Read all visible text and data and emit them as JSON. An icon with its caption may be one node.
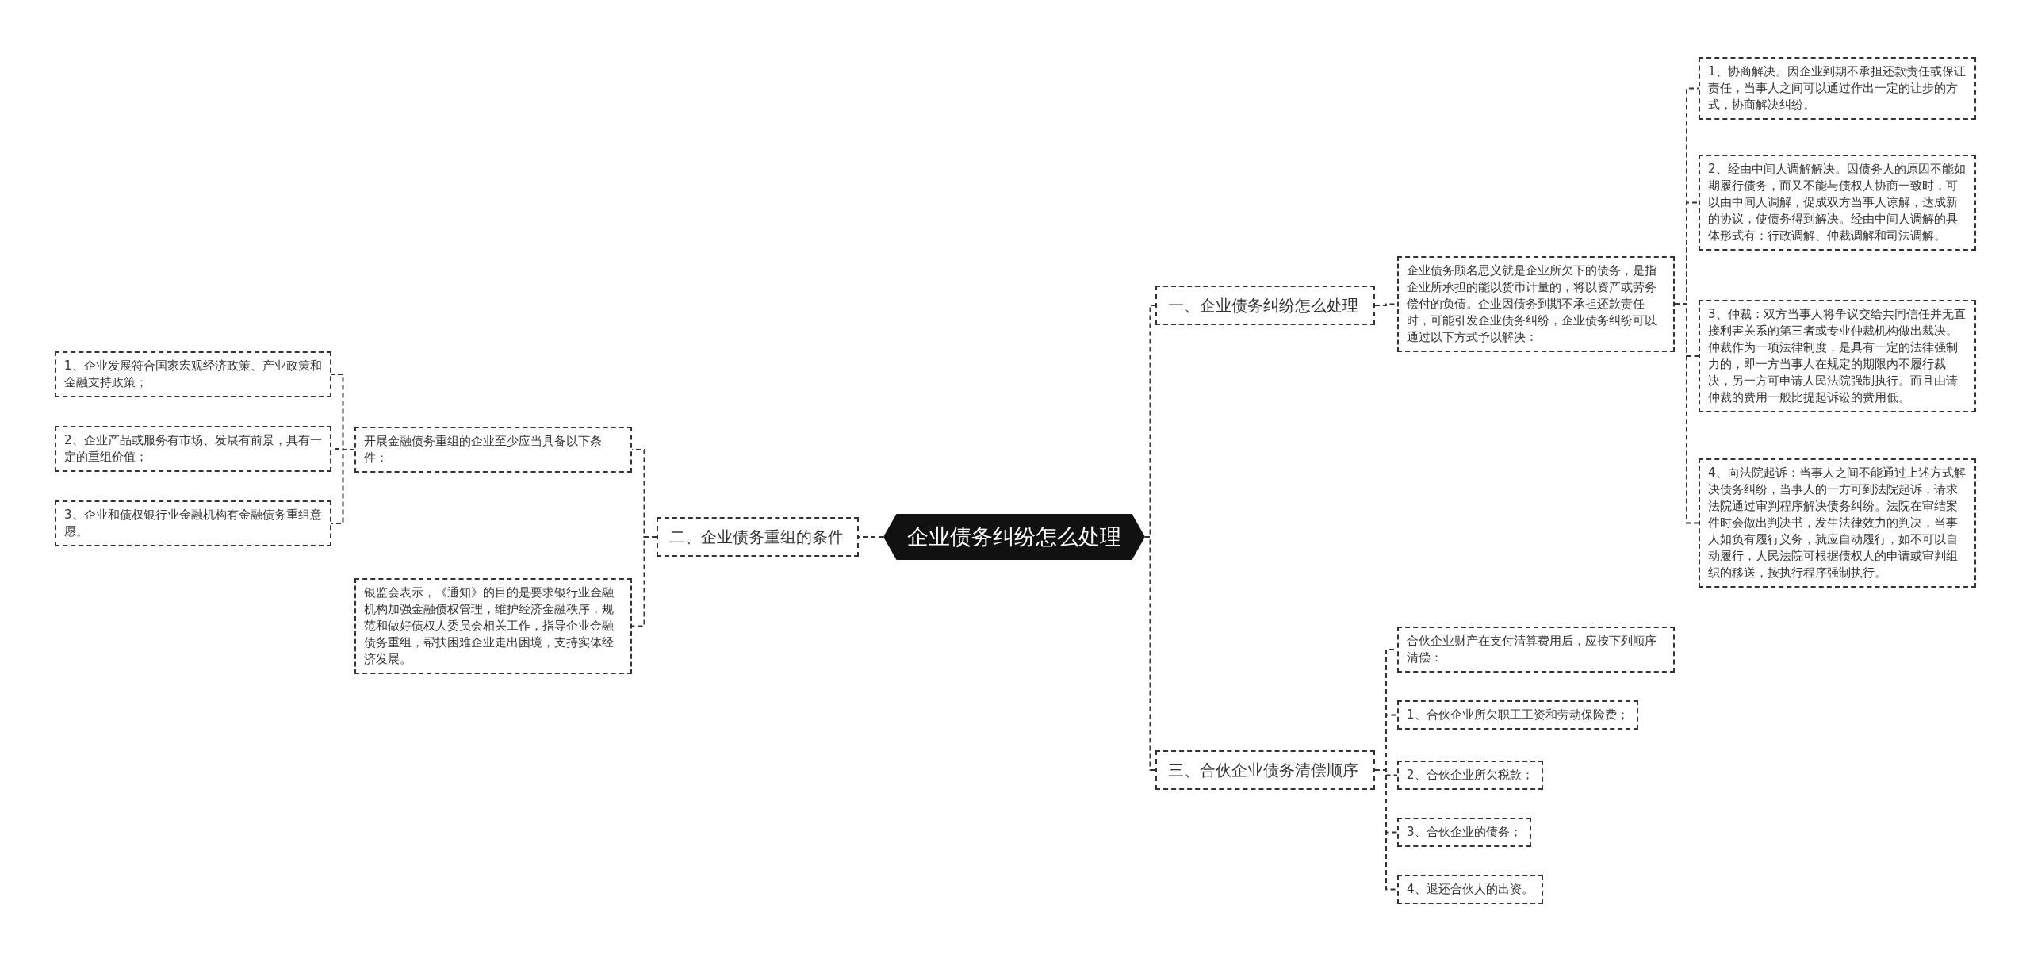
{
  "diagram": {
    "nodes": [
      {
        "text": [
          "企业债务纠纷怎么处理"
        ]
      },
      {
        "text": [
          "一、企业债务纠纷怎么处理"
        ]
      },
      {
        "text": [
          "企业债务顾名思义就是企业所欠下的债务，是指企业所承担的能以货币计量的，将以资产或劳务偿付的负债。企业因债务到期不承担还款责任时，可能引发企业债务纠纷，企业债务纠纷可以通过以下方式予以解决："
        ]
      },
      {
        "text": [
          "1、协商解决。因企业到期不承担还款责任或保证责任，当事人之间可以通过作出一定的让步的方式，协商解决纠纷。"
        ]
      },
      {
        "text": [
          "2、经由中间人调解解决。因债务人的原因不能如期履行债务，而又不能与债权人协商一致时，可以由中间人调解，促成双方当事人谅解，达成新的协议，使债务得到解决。经由中间人调解的具体形式有：行政调解、仲裁调解和司法调解。"
        ]
      },
      {
        "text": [
          "3、仲裁：双方当事人将争议交给共同信任并无直接利害关系的第三者或专业仲裁机构做出裁决。仲裁作为一项法律制度，是具有一定的法律强制力的，即一方当事人在规定的期限内不履行裁决，另一方可申请人民法院强制执行。而且由请仲裁的费用一般比提起诉讼的费用低。"
        ]
      },
      {
        "text": [
          "4、向法院起诉：当事人之间不能通过上述方式解决债务纠纷，当事人的一方可到法院起诉，请求法院通过审判程序解决债务纠纷。法院在审结案件时会做出判决书，发生法律效力的判决，当事人如负有履行义务，就应自动履行，如不可以自动履行，人民法院可根据债权人的申请或审判组织的移送，按执行程序强制执行。"
        ]
      },
      {
        "text": [
          "二、企业债务重组的条件"
        ]
      },
      {
        "text": [
          "开展金融债务重组的企业至少应当具备以下条件："
        ]
      },
      {
        "text": [
          "1、企业发展符合国家宏观经济政策、产业政策和金融支持政策；"
        ]
      },
      {
        "text": [
          "2、企业产品或服务有市场、发展有前景，具有一定的重组价值；"
        ]
      },
      {
        "text": [
          "3、企业和债权银行业金融机构有金融债务重组意愿。"
        ]
      },
      {
        "text": [
          "银监会表示，《通知》的目的是要求银行业金融机构加强金融债权管理，维护经济金融秩序，规范和做好债权人委员会相关工作，指导企业金融债务重组，帮扶困难企业走出困境，支持实体经济发展。"
        ]
      },
      {
        "text": [
          "三、合伙企业债务清偿顺序"
        ]
      },
      {
        "text": [
          "合伙企业财产在支付清算费用后，应按下列顺序清偿："
        ]
      },
      {
        "text": [
          "1、合伙企业所欠职工工资和劳动保险费；"
        ]
      },
      {
        "text": [
          "2、合伙企业所欠税款；"
        ]
      },
      {
        "text": [
          "3、合伙企业的债务；"
        ]
      },
      {
        "text": [
          "4、退还合伙人的出资。"
        ]
      }
    ],
    "edges": [
      {
        "from": 0,
        "to": 1,
        "arrow": "none"
      },
      {
        "from": 1,
        "to": 2,
        "arrow": "none"
      },
      {
        "from": 2,
        "to": 3,
        "arrow": "none"
      },
      {
        "from": 2,
        "to": 4,
        "arrow": "none"
      },
      {
        "from": 2,
        "to": 5,
        "arrow": "none"
      },
      {
        "from": 2,
        "to": 6,
        "arrow": "none"
      },
      {
        "from": 0,
        "to": 7,
        "arrow": "none"
      },
      {
        "from": 7,
        "to": 8,
        "arrow": "none"
      },
      {
        "from": 8,
        "to": 9,
        "arrow": "none"
      },
      {
        "from": 8,
        "to": 10,
        "arrow": "none"
      },
      {
        "from": 8,
        "to": 11,
        "arrow": "none"
      },
      {
        "from": 7,
        "to": 12,
        "arrow": "none"
      },
      {
        "from": 0,
        "to": 13,
        "arrow": "none"
      },
      {
        "from": 13,
        "to": 14,
        "arrow": "none"
      },
      {
        "from": 13,
        "to": 15,
        "arrow": "none"
      },
      {
        "from": 13,
        "to": 16,
        "arrow": "none"
      },
      {
        "from": 13,
        "to": 17,
        "arrow": "none"
      },
      {
        "from": 13,
        "to": 18,
        "arrow": "none"
      }
    ]
  }
}
